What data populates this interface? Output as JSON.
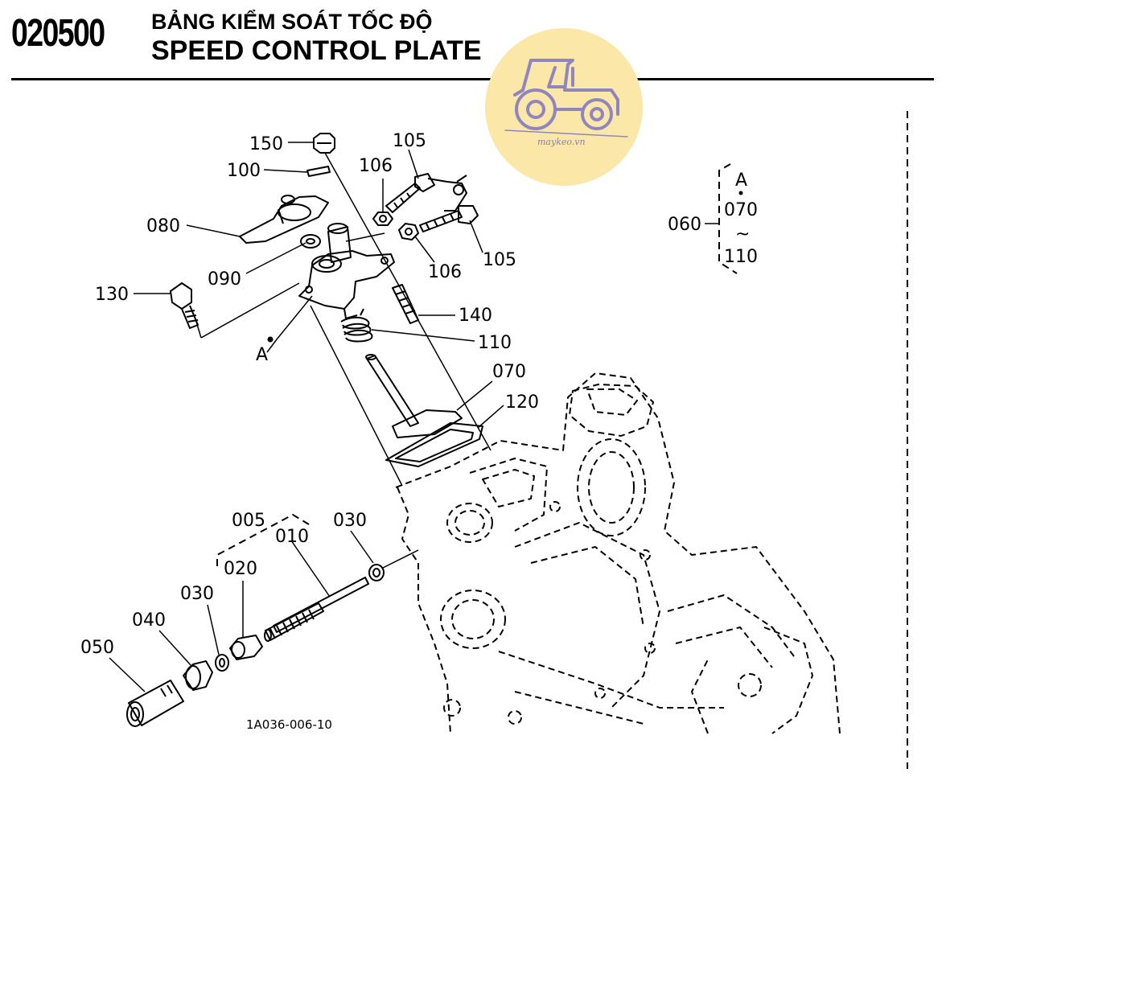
{
  "header": {
    "code": "020500",
    "title_vi": "BẢNG KIỂM SOÁT TỐC ĐỘ",
    "title_en": "SPEED CONTROL PLATE"
  },
  "watermark": {
    "text": "maykeo.vn",
    "icon": "tractor-icon",
    "circle_color": "#fbe8a8",
    "icon_color": "#8f86c0"
  },
  "parts": {
    "p150": "150",
    "p100": "100",
    "p106a": "106",
    "p105a": "105",
    "p080": "080",
    "p090": "090",
    "p106b": "106",
    "p105b": "105",
    "p130": "130",
    "p140": "140",
    "p110": "110",
    "pA": "A",
    "p070": "070",
    "p120": "120",
    "p005": "005",
    "p010": "010",
    "p030a": "030",
    "p020": "020",
    "p030b": "030",
    "p040": "040",
    "p050": "050"
  },
  "legend": {
    "main": "060",
    "ref": "A",
    "from": "070",
    "tilde": "~",
    "to": "110"
  },
  "drawing_code": "1A036-006-10"
}
